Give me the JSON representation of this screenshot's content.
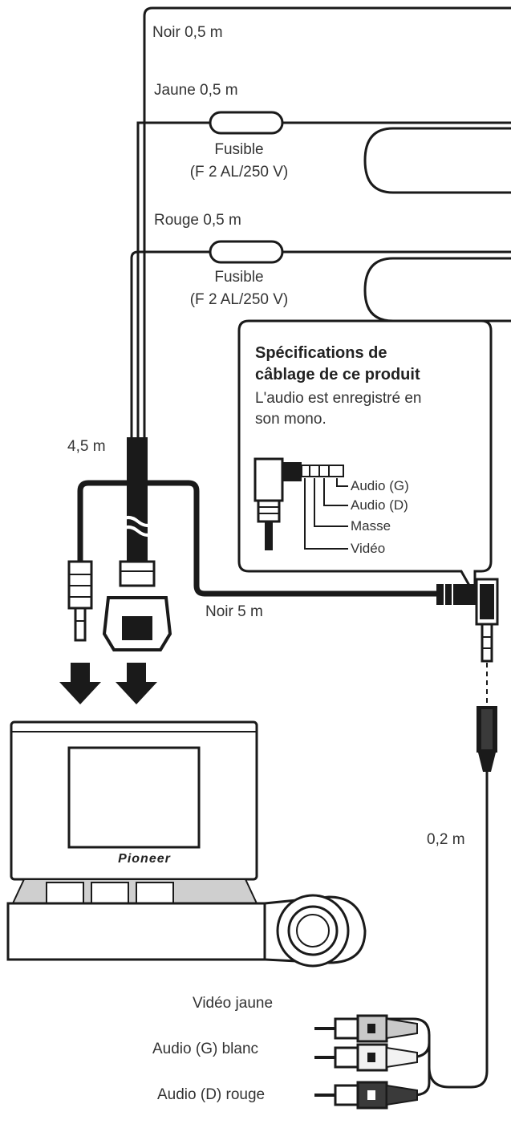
{
  "wires": {
    "black_short": "Noir  0,5 m",
    "yellow": "Jaune  0,5 m",
    "red": "Rouge  0,5 m",
    "fuse_label": "Fusible",
    "fuse_rating": "(F 2 AL/250 V)",
    "main_length": "4,5 m",
    "black_long": "Noir  5 m",
    "adapter_length": "0,2 m"
  },
  "callout": {
    "title_line1": "Spécifications de",
    "title_line2": "câblage de ce produit",
    "body_line1": "L'audio est enregistré en",
    "body_line2": "son mono.",
    "pins": [
      "Audio (G)",
      "Audio (D)",
      "Masse",
      "Vidéo"
    ]
  },
  "device": {
    "brand": "Pioneer"
  },
  "rca": {
    "video": "Vidéo jaune",
    "audio_left": "Audio (G) blanc",
    "audio_right": "Audio (D) rouge"
  },
  "colors": {
    "line": "#1a1a1a",
    "yellow_plug": "#c9c9c9",
    "white_plug": "#f2f2f2",
    "red_plug": "#3a3a3a"
  }
}
